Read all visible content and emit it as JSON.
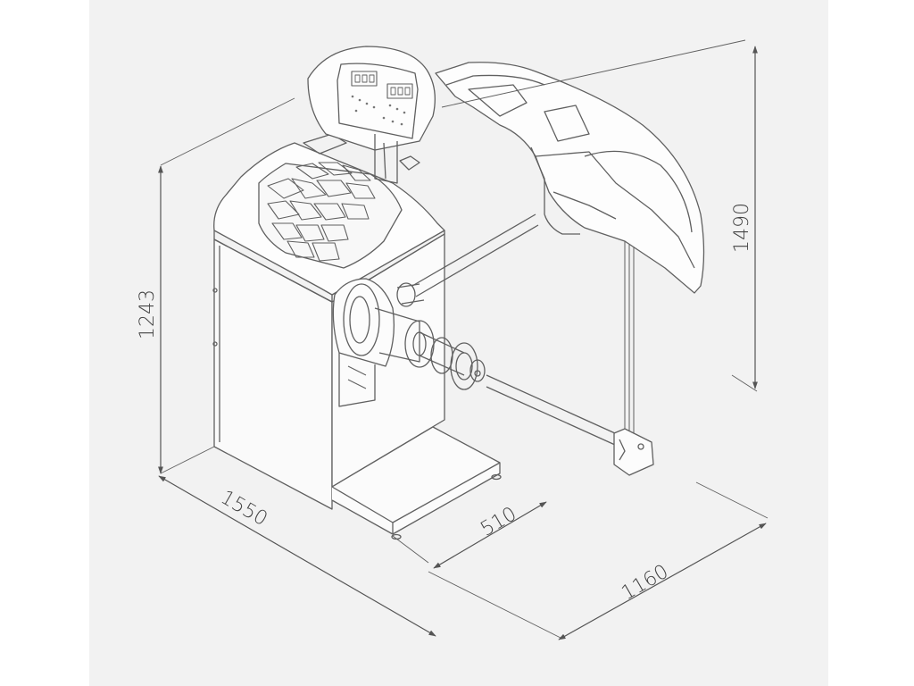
{
  "diagram": {
    "dimensions": {
      "overall_height": "1490",
      "cabinet_height": "1243",
      "overall_width": "1550",
      "base_width": "510",
      "overall_depth": "1160"
    },
    "colors": {
      "panel_background": "#f2f2f2",
      "line_art": "#606060",
      "dimension_lines": "#555555",
      "dimension_text": "#444444"
    }
  }
}
